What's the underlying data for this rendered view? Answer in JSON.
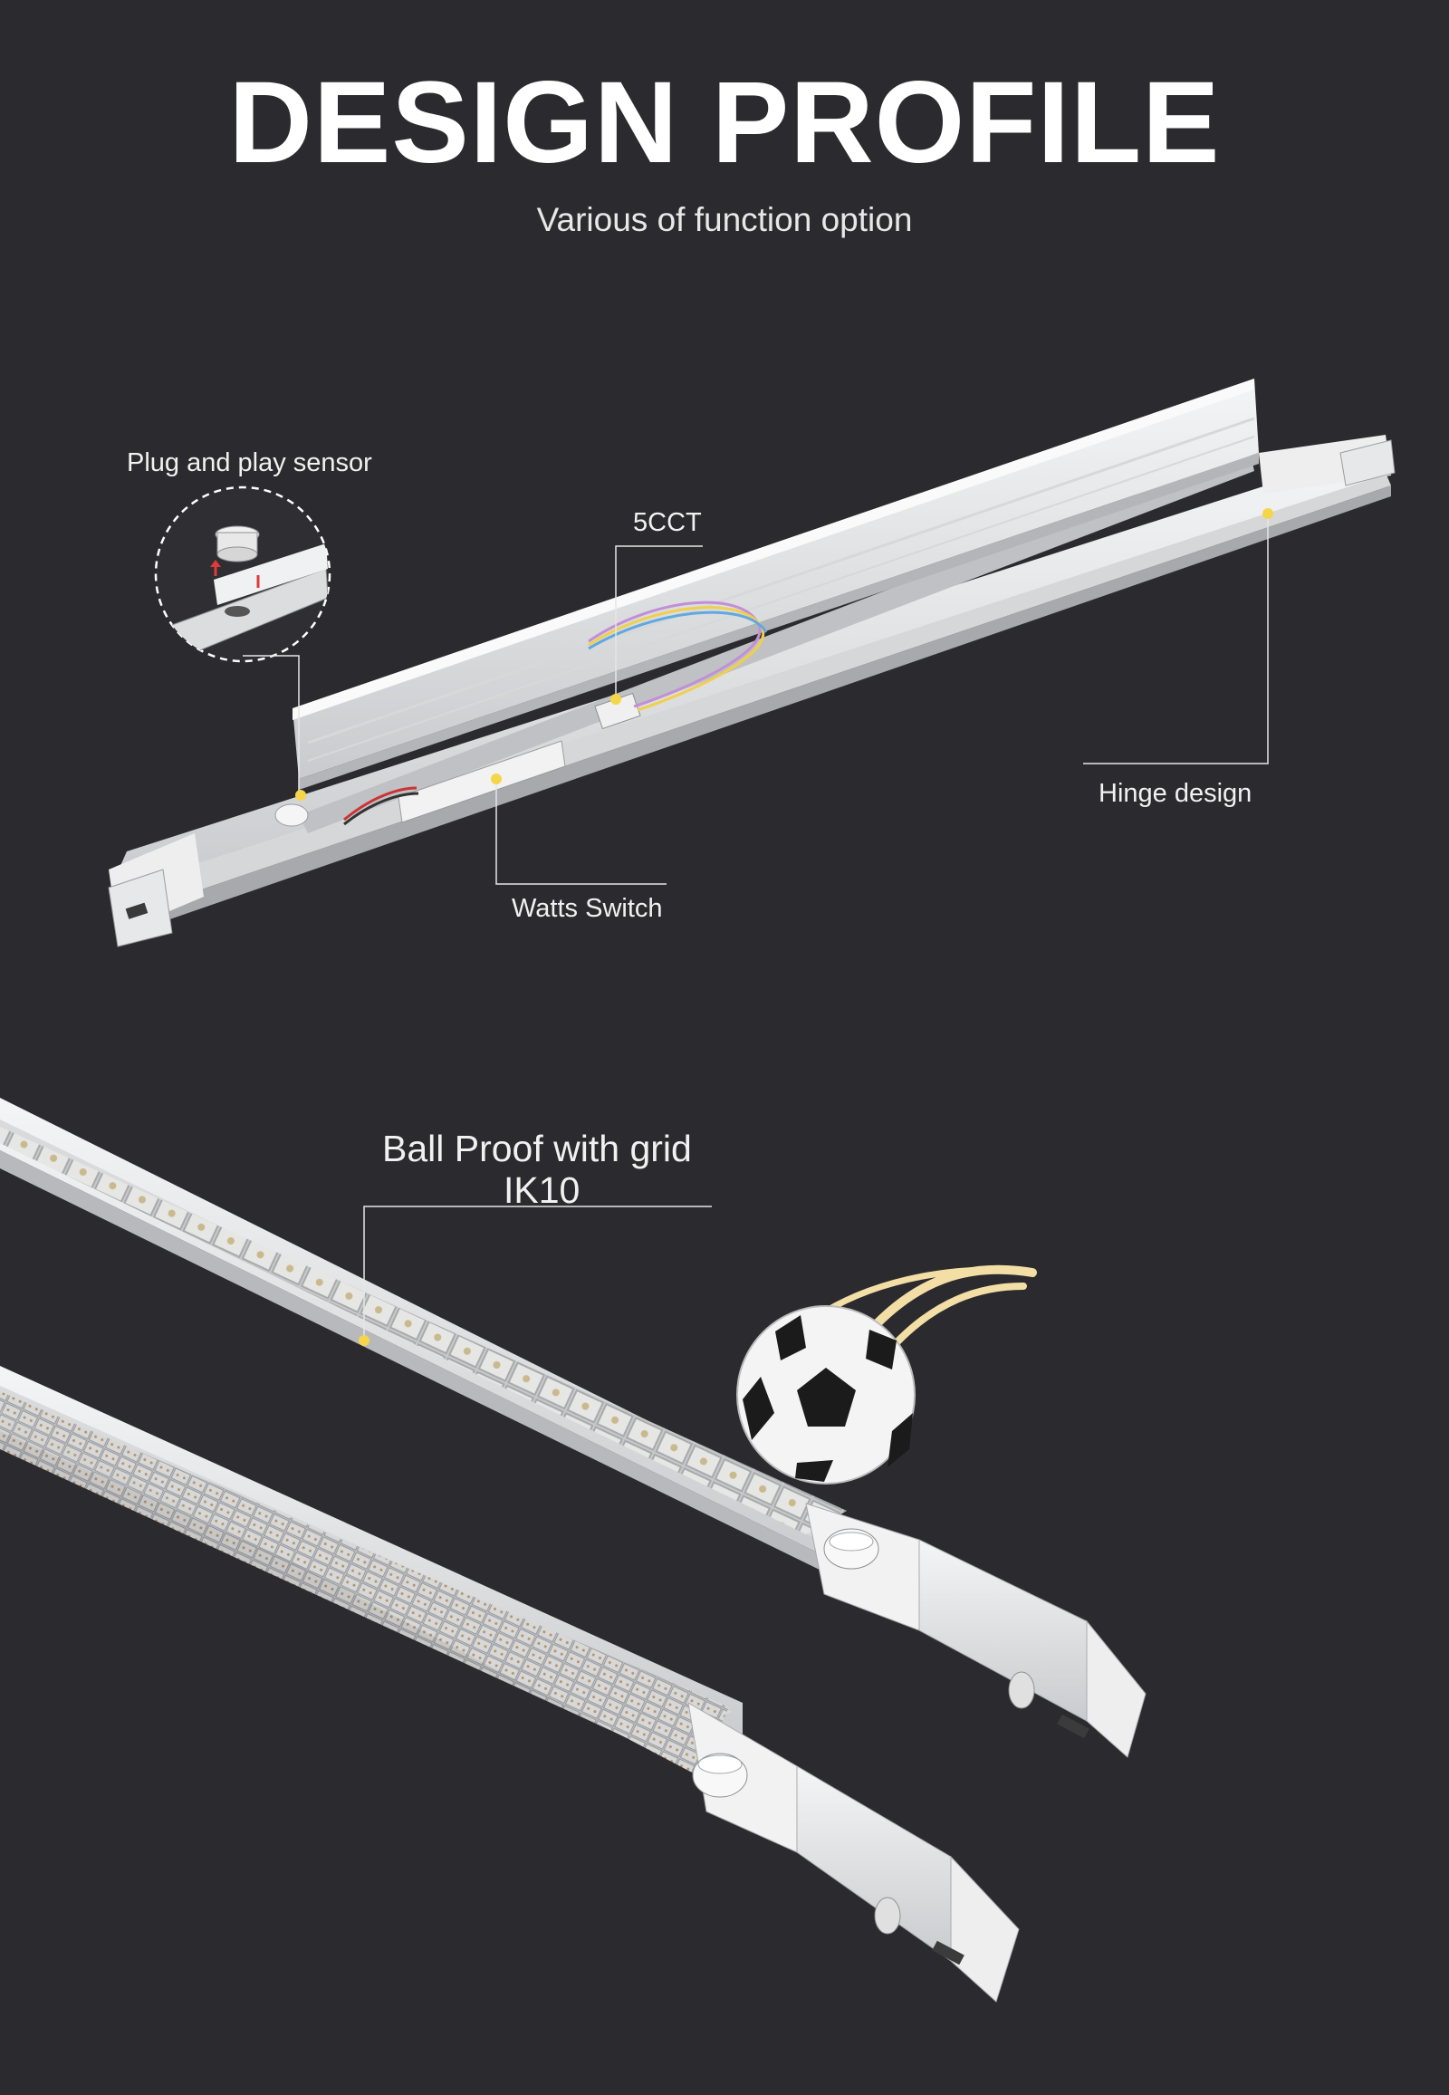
{
  "header": {
    "title": "DESIGN PROFILE",
    "subtitle": "Various of function option"
  },
  "callouts": {
    "sensor": "Plug and play sensor",
    "cct": "5CCT",
    "hinge": "Hinge design",
    "watts": "Watts Switch",
    "ball_proof": "Ball Proof with grid",
    "ik_rating": "IK10"
  },
  "colors": {
    "background": "#2b2a2e",
    "marker": "#f5d64a",
    "housing": "#e9eaec"
  }
}
